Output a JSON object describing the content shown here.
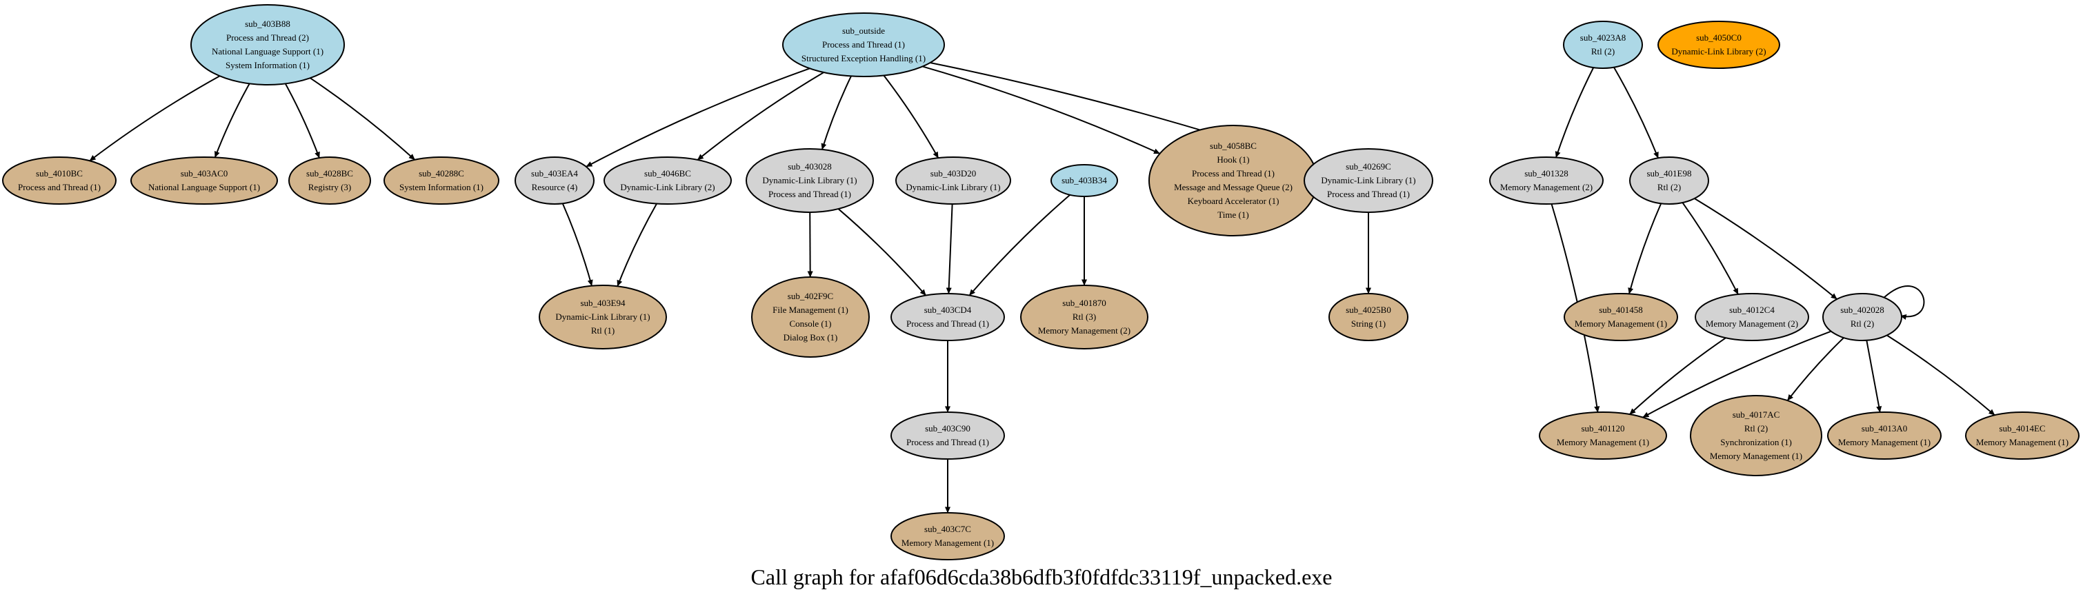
{
  "title": "Call graph for afaf06d6cda38b6dfb3f0fdfdc33119f_unpacked.exe",
  "colors": {
    "root": "#add8e6",
    "internal": "#d3d3d3",
    "leaf": "#d2b48c",
    "orphan": "#ffa500",
    "edge": "#000000"
  },
  "nodes": [
    {
      "id": "sub_403B88",
      "kind": "root",
      "lines": [
        "sub_403B88",
        "Process and Thread (2)",
        "National Language Support (1)",
        "System Information (1)"
      ]
    },
    {
      "id": "sub_4010BC",
      "kind": "leaf",
      "lines": [
        "sub_4010BC",
        "Process and Thread (1)"
      ]
    },
    {
      "id": "sub_403AC0",
      "kind": "leaf",
      "lines": [
        "sub_403AC0",
        "National Language Support (1)"
      ]
    },
    {
      "id": "sub_4028BC",
      "kind": "leaf",
      "lines": [
        "sub_4028BC",
        "Registry (3)"
      ]
    },
    {
      "id": "sub_40288C",
      "kind": "leaf",
      "lines": [
        "sub_40288C",
        "System Information (1)"
      ]
    },
    {
      "id": "sub_outside",
      "kind": "root",
      "lines": [
        "sub_outside",
        "Process and Thread (1)",
        "Structured Exception Handling (1)"
      ]
    },
    {
      "id": "sub_403EA4",
      "kind": "internal",
      "lines": [
        "sub_403EA4",
        "Resource (4)"
      ]
    },
    {
      "id": "sub_4046BC",
      "kind": "internal",
      "lines": [
        "sub_4046BC",
        "Dynamic-Link Library (2)"
      ]
    },
    {
      "id": "sub_403028",
      "kind": "internal",
      "lines": [
        "sub_403028",
        "Dynamic-Link Library (1)",
        "Process and Thread (1)"
      ]
    },
    {
      "id": "sub_403D20",
      "kind": "internal",
      "lines": [
        "sub_403D20",
        "Dynamic-Link Library (1)"
      ]
    },
    {
      "id": "sub_403B34",
      "kind": "root",
      "lines": [
        "sub_403B34"
      ]
    },
    {
      "id": "sub_4058BC",
      "kind": "leaf",
      "lines": [
        "sub_4058BC",
        "Hook (1)",
        "Process and Thread (1)",
        "Message and Message Queue (2)",
        "Keyboard Accelerator (1)",
        "Time (1)"
      ]
    },
    {
      "id": "sub_40269C",
      "kind": "internal",
      "lines": [
        "sub_40269C",
        "Dynamic-Link Library (1)",
        "Process and Thread (1)"
      ]
    },
    {
      "id": "sub_403E94",
      "kind": "leaf",
      "lines": [
        "sub_403E94",
        "Dynamic-Link Library (1)",
        "Rtl (1)"
      ]
    },
    {
      "id": "sub_402F9C",
      "kind": "leaf",
      "lines": [
        "sub_402F9C",
        "File Management (1)",
        "Console (1)",
        "Dialog Box (1)"
      ]
    },
    {
      "id": "sub_403CD4",
      "kind": "internal",
      "lines": [
        "sub_403CD4",
        "Process and Thread (1)"
      ]
    },
    {
      "id": "sub_401870",
      "kind": "leaf",
      "lines": [
        "sub_401870",
        "Rtl (3)",
        "Memory Management (2)"
      ]
    },
    {
      "id": "sub_4025B0",
      "kind": "leaf",
      "lines": [
        "sub_4025B0",
        "String (1)"
      ]
    },
    {
      "id": "sub_403C90",
      "kind": "internal",
      "lines": [
        "sub_403C90",
        "Process and Thread (1)"
      ]
    },
    {
      "id": "sub_403C7C",
      "kind": "leaf",
      "lines": [
        "sub_403C7C",
        "Memory Management (1)"
      ]
    },
    {
      "id": "sub_4023A8",
      "kind": "root",
      "lines": [
        "sub_4023A8",
        "Rtl (2)"
      ]
    },
    {
      "id": "sub_4050C0",
      "kind": "orphan",
      "lines": [
        "sub_4050C0",
        "Dynamic-Link Library (2)"
      ]
    },
    {
      "id": "sub_401328",
      "kind": "internal",
      "lines": [
        "sub_401328",
        "Memory Management (2)"
      ]
    },
    {
      "id": "sub_401E98",
      "kind": "internal",
      "lines": [
        "sub_401E98",
        "Rtl (2)"
      ]
    },
    {
      "id": "sub_401458",
      "kind": "leaf",
      "lines": [
        "sub_401458",
        "Memory Management (1)"
      ]
    },
    {
      "id": "sub_4012C4",
      "kind": "internal",
      "lines": [
        "sub_4012C4",
        "Memory Management (2)"
      ]
    },
    {
      "id": "sub_402028",
      "kind": "internal",
      "lines": [
        "sub_402028",
        "Rtl (2)"
      ]
    },
    {
      "id": "sub_401120",
      "kind": "leaf",
      "lines": [
        "sub_401120",
        "Memory Management (1)"
      ]
    },
    {
      "id": "sub_4017AC",
      "kind": "leaf",
      "lines": [
        "sub_4017AC",
        "Rtl (2)",
        "Synchronization (1)",
        "Memory Management (1)"
      ]
    },
    {
      "id": "sub_4013A0",
      "kind": "leaf",
      "lines": [
        "sub_4013A0",
        "Memory Management (1)"
      ]
    },
    {
      "id": "sub_4014EC",
      "kind": "leaf",
      "lines": [
        "sub_4014EC",
        "Memory Management (1)"
      ]
    }
  ],
  "edges": [
    {
      "from": "sub_403B88",
      "to": "sub_4010BC"
    },
    {
      "from": "sub_403B88",
      "to": "sub_403AC0"
    },
    {
      "from": "sub_403B88",
      "to": "sub_4028BC"
    },
    {
      "from": "sub_403B88",
      "to": "sub_40288C"
    },
    {
      "from": "sub_outside",
      "to": "sub_403EA4"
    },
    {
      "from": "sub_outside",
      "to": "sub_4046BC"
    },
    {
      "from": "sub_outside",
      "to": "sub_403028"
    },
    {
      "from": "sub_outside",
      "to": "sub_403D20"
    },
    {
      "from": "sub_outside",
      "to": "sub_4058BC"
    },
    {
      "from": "sub_outside",
      "to": "sub_40269C"
    },
    {
      "from": "sub_403EA4",
      "to": "sub_403E94"
    },
    {
      "from": "sub_4046BC",
      "to": "sub_403E94"
    },
    {
      "from": "sub_403028",
      "to": "sub_402F9C"
    },
    {
      "from": "sub_403028",
      "to": "sub_403CD4"
    },
    {
      "from": "sub_403D20",
      "to": "sub_403CD4"
    },
    {
      "from": "sub_403B34",
      "to": "sub_403CD4"
    },
    {
      "from": "sub_403B34",
      "to": "sub_401870"
    },
    {
      "from": "sub_40269C",
      "to": "sub_4025B0"
    },
    {
      "from": "sub_403CD4",
      "to": "sub_403C90"
    },
    {
      "from": "sub_403C90",
      "to": "sub_403C7C"
    },
    {
      "from": "sub_4023A8",
      "to": "sub_401328"
    },
    {
      "from": "sub_4023A8",
      "to": "sub_401E98"
    },
    {
      "from": "sub_401328",
      "to": "sub_401120"
    },
    {
      "from": "sub_401E98",
      "to": "sub_401458"
    },
    {
      "from": "sub_401E98",
      "to": "sub_4012C4"
    },
    {
      "from": "sub_401E98",
      "to": "sub_402028"
    },
    {
      "from": "sub_4012C4",
      "to": "sub_401120"
    },
    {
      "from": "sub_402028",
      "to": "sub_402028"
    },
    {
      "from": "sub_402028",
      "to": "sub_401120"
    },
    {
      "from": "sub_402028",
      "to": "sub_4017AC"
    },
    {
      "from": "sub_402028",
      "to": "sub_4013A0"
    },
    {
      "from": "sub_402028",
      "to": "sub_4014EC"
    }
  ]
}
